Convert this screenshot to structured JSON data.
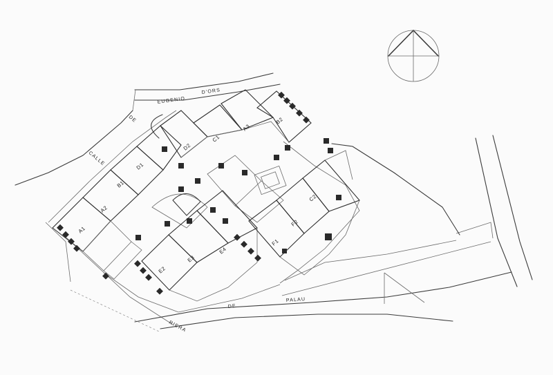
{
  "streets": {
    "calle": "CALLE",
    "de_1": "DE",
    "eugenio": "EUGENIO",
    "dors": "D'ORS",
    "riera": "RIERA",
    "de_2": "DE",
    "palau": "PALAU"
  },
  "buildings": {
    "a1": "A1",
    "a2": "A2",
    "a3": "A3",
    "b1": "B1",
    "b2": "B2",
    "c1": "C1",
    "c2": "C2",
    "d1": "D1",
    "d2": "D2",
    "e2": "E2",
    "e3": "E3",
    "e4": "E4",
    "f1": "F1",
    "f2": "F2"
  },
  "north_arrow": {
    "icon": "north-arrow-icon"
  }
}
